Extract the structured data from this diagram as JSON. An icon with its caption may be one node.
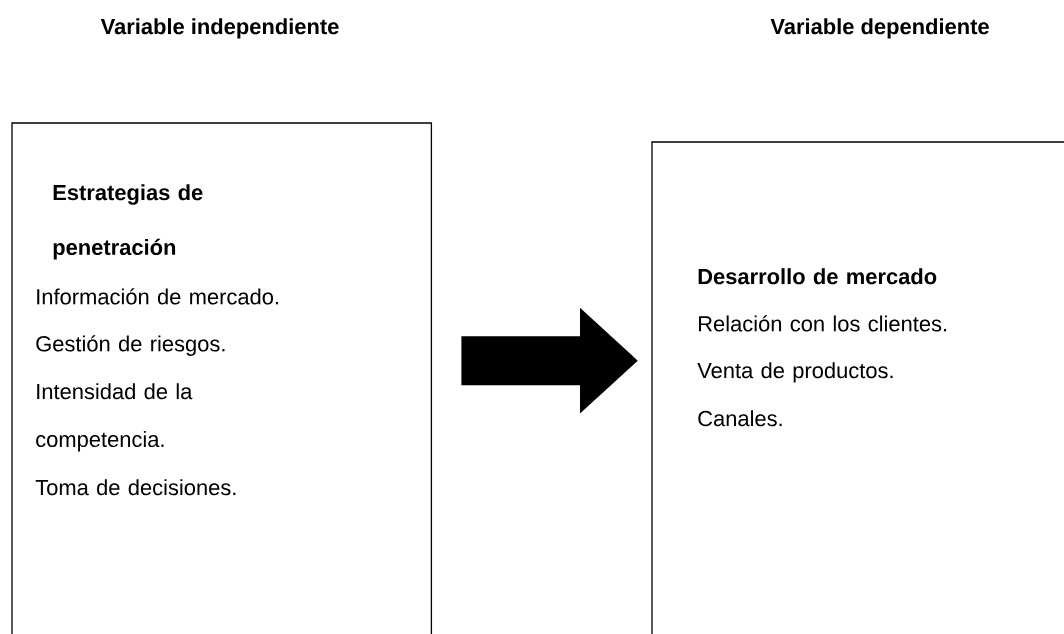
{
  "diagram": {
    "nodes": [
      {
        "text": [
          "Variable independiente",
          "Estrategias de penetración",
          "Información de mercado.",
          "Gestión de riesgos.",
          "Intensidad de la competencia.",
          "Toma de decisiones."
        ]
      },
      {
        "text": [
          "Variable dependiente",
          "Desarrollo de mercado",
          "Relación con los clientes.",
          "Venta de productos.",
          "Canales."
        ]
      }
    ],
    "edges": [
      {
        "from": 0,
        "to": 1,
        "arrow": "to"
      }
    ]
  }
}
